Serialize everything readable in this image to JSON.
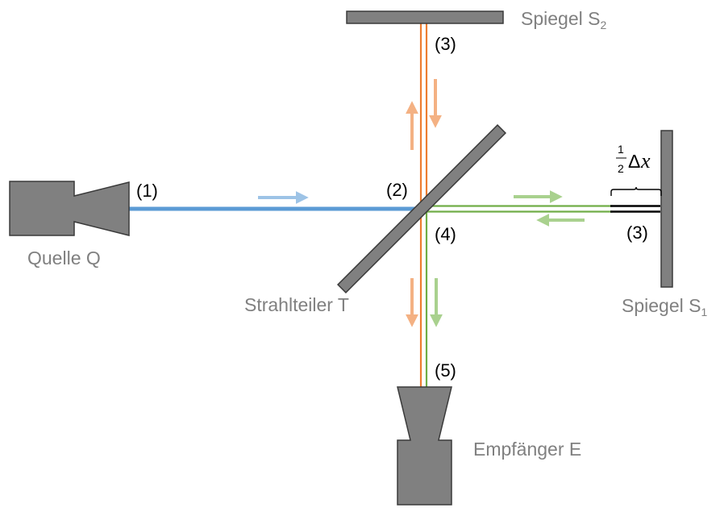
{
  "components": {
    "source": {
      "label": "Quelle Q"
    },
    "beam_splitter": {
      "label": "Strahlteiler  T"
    },
    "mirror_s1": {
      "label": "Spiegel S",
      "subscript": "1"
    },
    "mirror_s2": {
      "label": "Spiegel S",
      "subscript": "2"
    },
    "receiver": {
      "label": "Empfänger E"
    }
  },
  "points": {
    "p1": "(1)",
    "p2": "(2)",
    "p3_top": "(3)",
    "p3_right": "(3)",
    "p4": "(4)",
    "p5": "(5)"
  },
  "displacement": {
    "numerator": "1",
    "denominator": "2",
    "delta": "Δ",
    "variable": "x"
  },
  "colors": {
    "component_fill": "#808080",
    "component_stroke": "#3a3a3a",
    "beam_source": "#5b9bd5",
    "beam_s2": "#ed7d31",
    "beam_s1": "#70ad47",
    "arrow_source": "#9dc3e6",
    "arrow_s2": "#f4b183",
    "arrow_s1": "#a9d18e",
    "label_gray": "#808080",
    "label_black": "#000000"
  }
}
